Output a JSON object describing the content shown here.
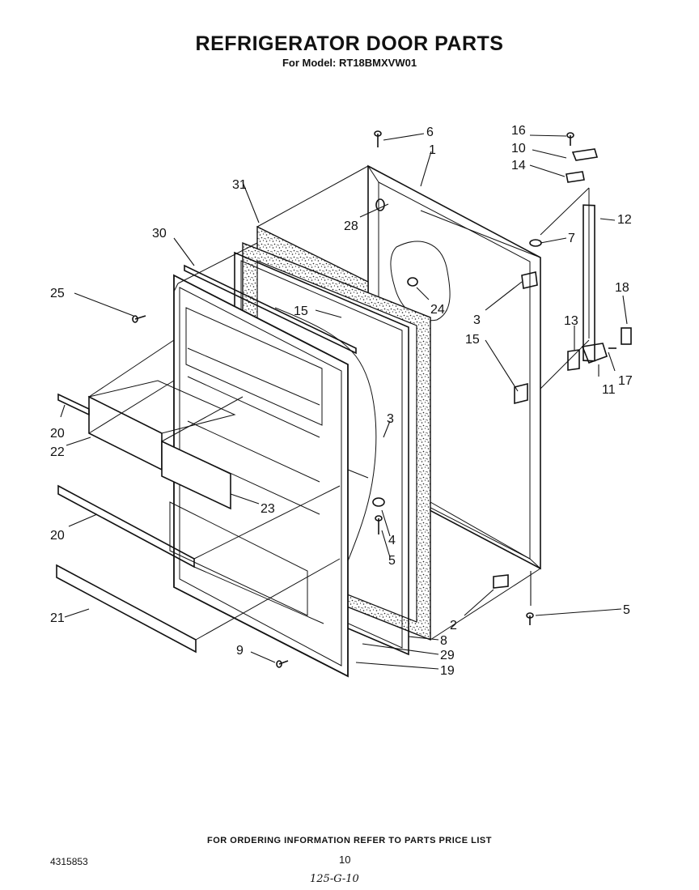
{
  "title": "REFRIGERATOR DOOR PARTS",
  "subtitle": "For Model: RT18BMXVW01",
  "footer_note": "FOR ORDERING INFORMATION REFER TO PARTS PRICE LIST",
  "doc_number": "4315853",
  "page_number": "10",
  "handwritten_note": "125-G-10",
  "callouts": [
    {
      "id": "c1",
      "label": "1"
    },
    {
      "id": "c2",
      "label": "2"
    },
    {
      "id": "c3a",
      "label": "3"
    },
    {
      "id": "c3b",
      "label": "3"
    },
    {
      "id": "c4",
      "label": "4"
    },
    {
      "id": "c5a",
      "label": "5"
    },
    {
      "id": "c5b",
      "label": "5"
    },
    {
      "id": "c6",
      "label": "6"
    },
    {
      "id": "c7",
      "label": "7"
    },
    {
      "id": "c8",
      "label": "8"
    },
    {
      "id": "c9",
      "label": "9"
    },
    {
      "id": "c10",
      "label": "10"
    },
    {
      "id": "c11",
      "label": "11"
    },
    {
      "id": "c12",
      "label": "12"
    },
    {
      "id": "c13",
      "label": "13"
    },
    {
      "id": "c14",
      "label": "14"
    },
    {
      "id": "c15a",
      "label": "15"
    },
    {
      "id": "c15b",
      "label": "15"
    },
    {
      "id": "c16",
      "label": "16"
    },
    {
      "id": "c17",
      "label": "17"
    },
    {
      "id": "c18",
      "label": "18"
    },
    {
      "id": "c19",
      "label": "19"
    },
    {
      "id": "c20a",
      "label": "20"
    },
    {
      "id": "c20b",
      "label": "20"
    },
    {
      "id": "c21",
      "label": "21"
    },
    {
      "id": "c22",
      "label": "22"
    },
    {
      "id": "c23",
      "label": "23"
    },
    {
      "id": "c24",
      "label": "24"
    },
    {
      "id": "c25",
      "label": "25"
    },
    {
      "id": "c28",
      "label": "28"
    },
    {
      "id": "c29",
      "label": "29"
    },
    {
      "id": "c30",
      "label": "30"
    },
    {
      "id": "c31",
      "label": "31"
    }
  ]
}
